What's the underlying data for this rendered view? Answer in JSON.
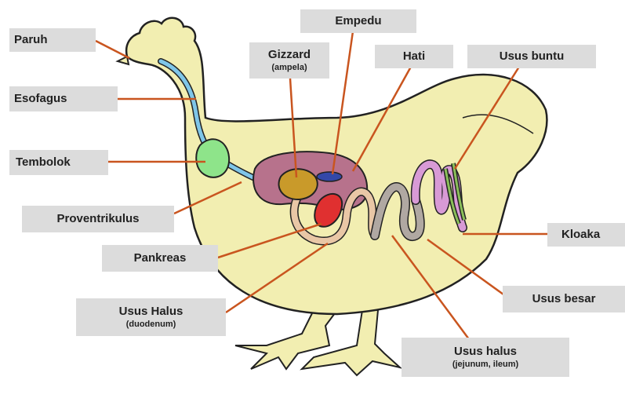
{
  "colors": {
    "body": "#f2eeb1",
    "outline": "#222222",
    "leader": "#c9551f",
    "label_bg": "#dcdcdc",
    "crop": "#8ee48a",
    "esophagus": "#7fc6e8",
    "liver": "#b7728c",
    "gizzard": "#c99a2a",
    "gall_bladder": "#3348a8",
    "pancreas": "#e03030",
    "duodenum": "#e9c7a6",
    "small_intestine": "#b0a8a2",
    "large_intestine": "#d89ad6",
    "ceca": "#8bbf5a"
  },
  "labels": {
    "paruh": "Paruh",
    "esofagus": "Esofagus",
    "tembolok": "Tembolok",
    "proventrikulus": "Proventrikulus",
    "pankreas": "Pankreas",
    "usus_halus_duo": {
      "main": "Usus Halus",
      "sub": "(duodenum)"
    },
    "gizzard": {
      "main": "Gizzard",
      "sub": "(ampela)"
    },
    "empedu": "Empedu",
    "hati": "Hati",
    "usus_buntu": "Usus buntu",
    "kloaka": "Kloaka",
    "usus_besar": "Usus besar",
    "usus_halus_jej": {
      "main": "Usus halus",
      "sub": "(jejunum, ileum)"
    }
  }
}
